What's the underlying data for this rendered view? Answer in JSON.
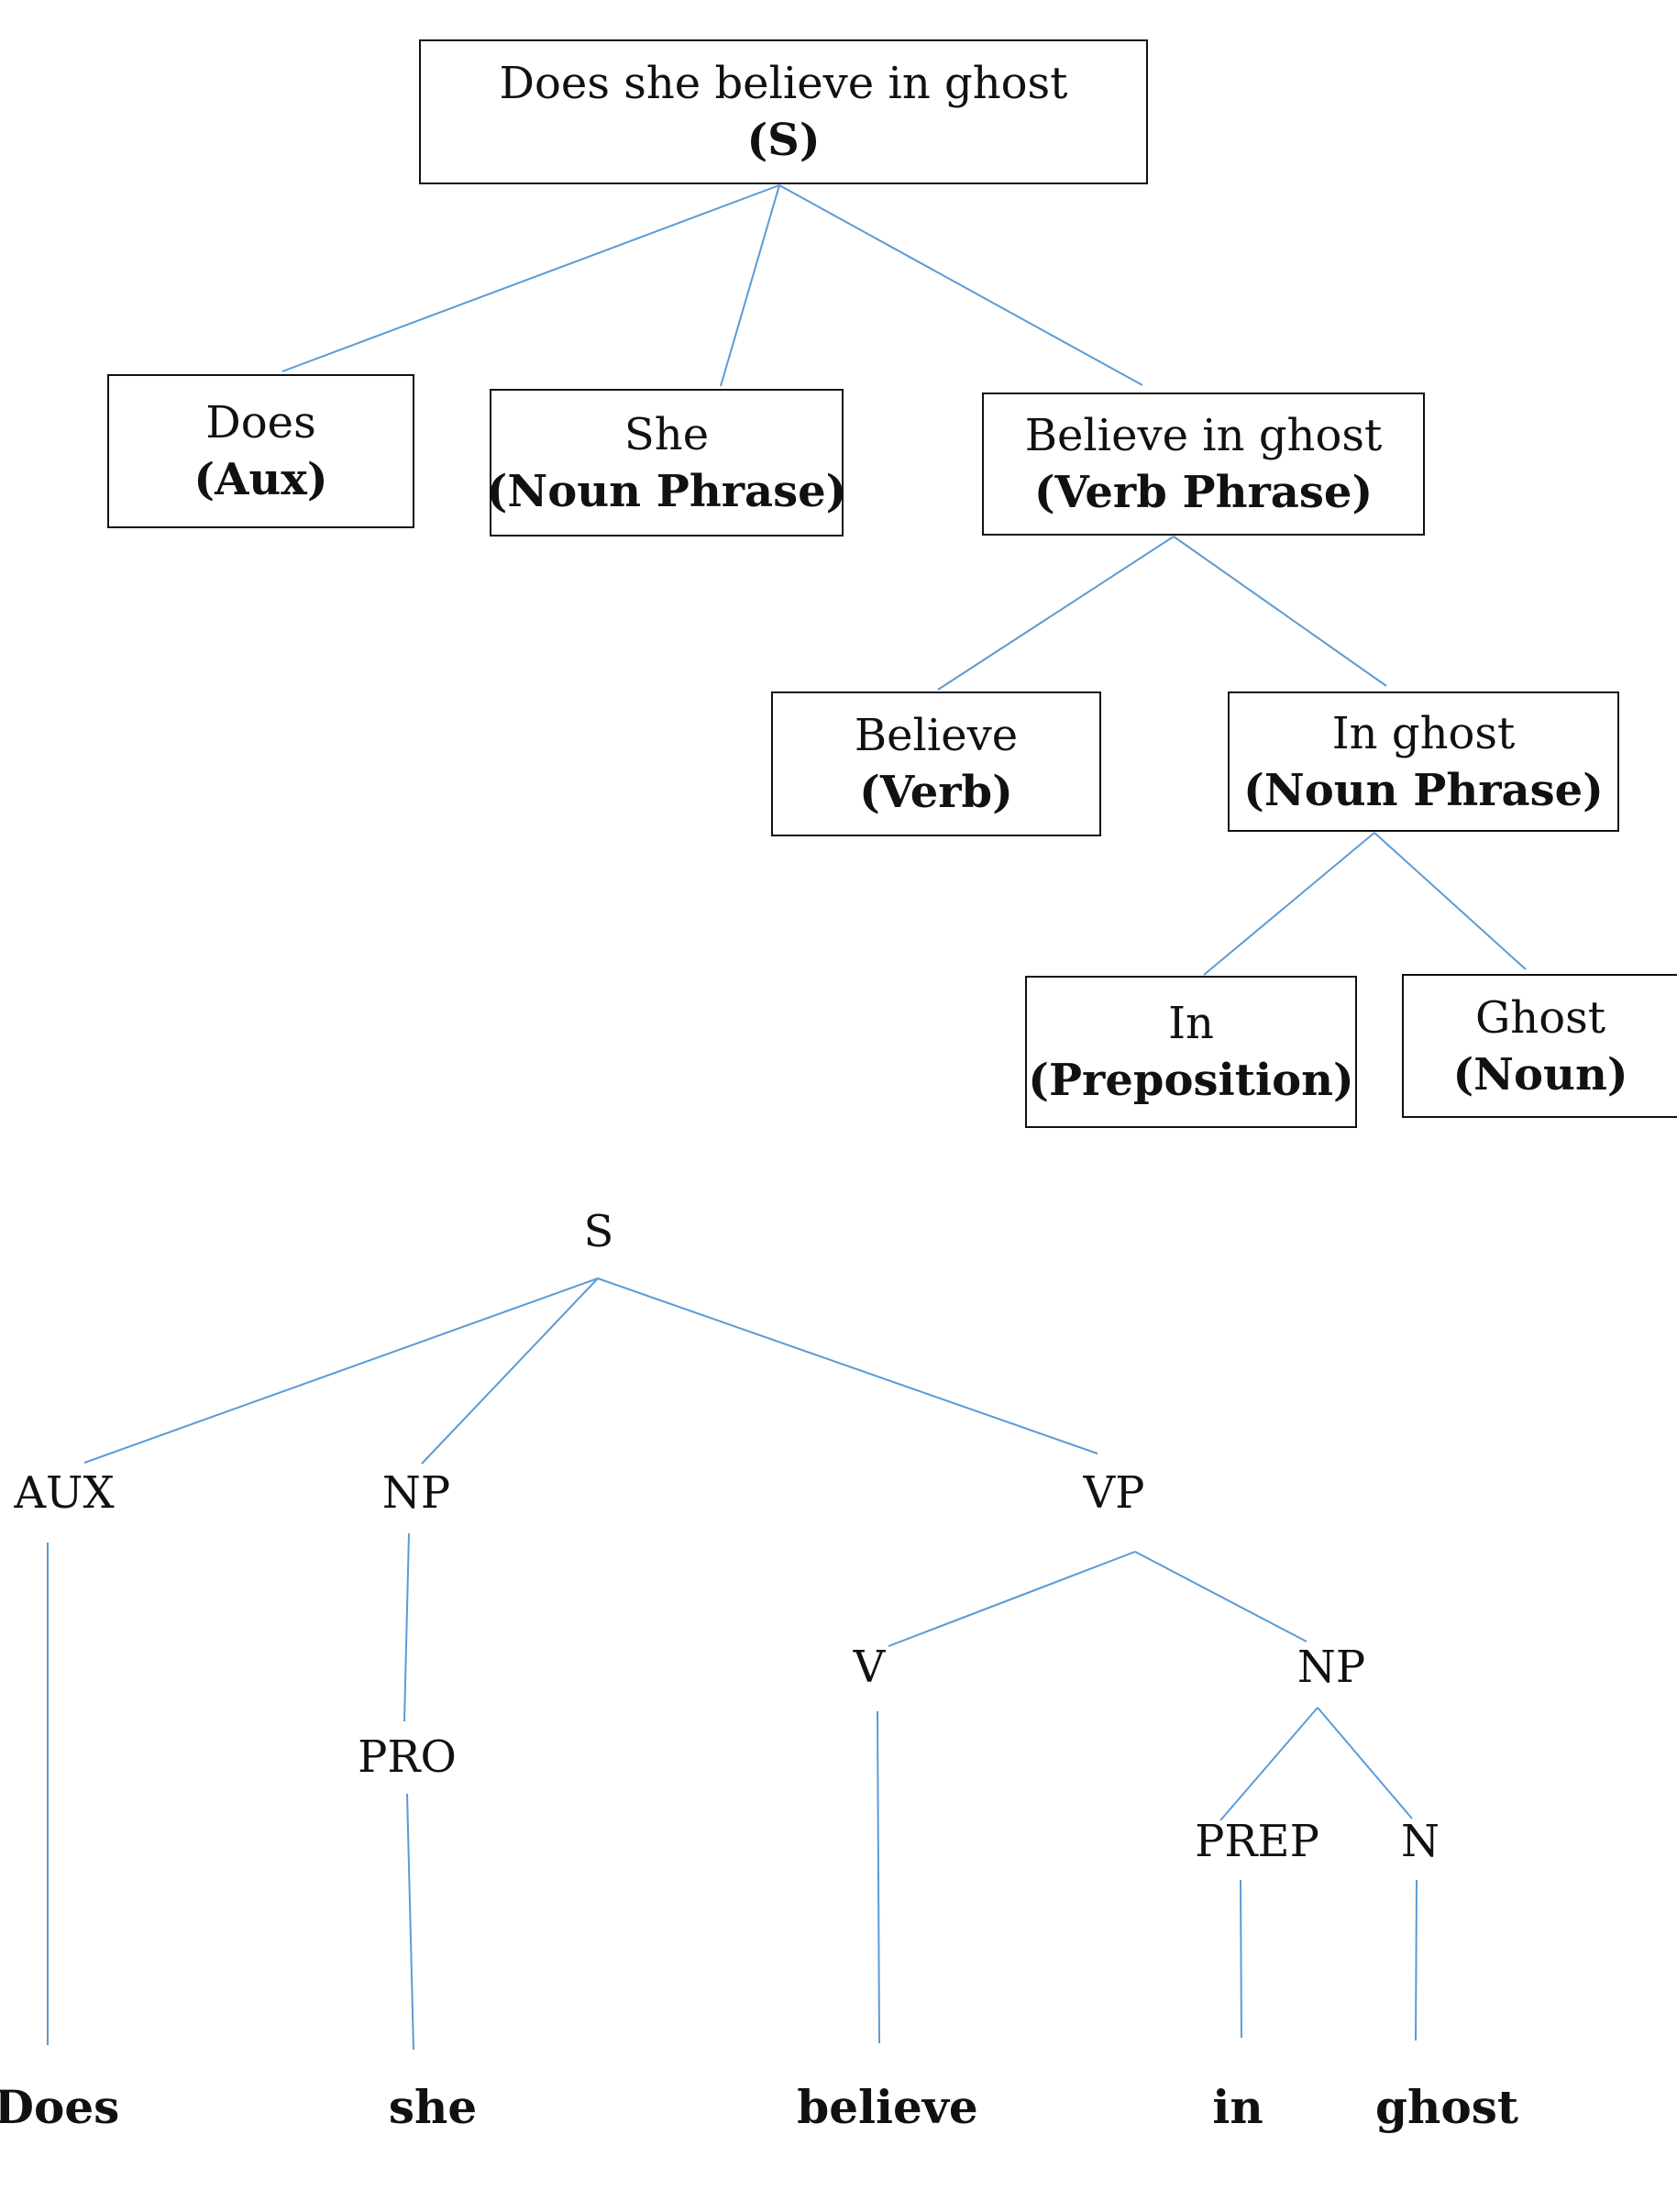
{
  "box_tree": {
    "s": {
      "word": "Does she believe in ghost",
      "cat": "(S)"
    },
    "aux": {
      "word": "Does",
      "cat": "(Aux)"
    },
    "np": {
      "word": "She",
      "cat": "(Noun Phrase)"
    },
    "vp": {
      "word": "Believe in ghost",
      "cat": "(Verb Phrase)"
    },
    "verb": {
      "word": "Believe",
      "cat": "(Verb)"
    },
    "np2": {
      "word": "In ghost",
      "cat": "(Noun Phrase)"
    },
    "prep": {
      "word": "In",
      "cat": "(Preposition)"
    },
    "noun": {
      "word": "Ghost",
      "cat": "(Noun)"
    }
  },
  "label_tree": {
    "s": "S",
    "aux": "AUX",
    "np": "NP",
    "vp": "VP",
    "pro": "PRO",
    "v": "V",
    "np2": "NP",
    "prep": "PREP",
    "n": "N",
    "leaves": [
      "Does",
      "she",
      "believe",
      "in",
      "ghost"
    ]
  }
}
